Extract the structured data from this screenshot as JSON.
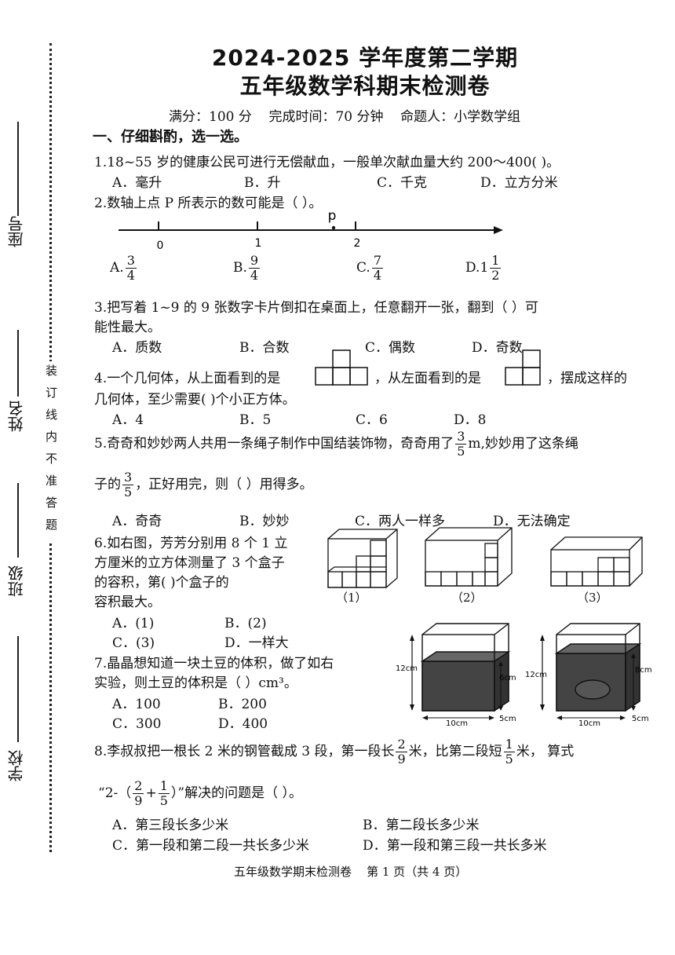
{
  "header": {
    "title_line1": "2024-2025 学年度第二学期",
    "title_line2": "五年级数学科期末检测卷",
    "meta": "满分：100 分    完成时间：70 分钟    命题人：小学数学组"
  },
  "side_labels": {
    "seat": "座号",
    "name": "姓名",
    "class": "班级",
    "school": "学校",
    "binding_notice": "装订线内不准答题"
  },
  "section1": {
    "title": "一、仔细斟酌，选一选。"
  },
  "q1": {
    "text": "1.18~55 岁的健康公民可进行无偿献血，一般单次献血量大约 200～400(          )。",
    "options": [
      "A．毫升",
      "B．升",
      "C．千克",
      "D．立方分米"
    ]
  },
  "q2": {
    "text": "2.数轴上点 P 所表示的数可能是（          ）。",
    "numberline": {
      "point_label": "p",
      "ticks": [
        "0",
        "1",
        "2"
      ]
    },
    "options": [
      {
        "prefix": "A.",
        "whole": "",
        "num": "3",
        "den": "4"
      },
      {
        "prefix": "B.",
        "whole": "",
        "num": "9",
        "den": "4"
      },
      {
        "prefix": "C.",
        "whole": "",
        "num": "7",
        "den": "4"
      },
      {
        "prefix": "D.",
        "whole": "1",
        "num": "1",
        "den": "2"
      }
    ]
  },
  "q3": {
    "line1": "3.把写着 1~9 的 9 张数字卡片倒扣在桌面上，任意翻开一张，翻到（          ）可",
    "line2": "能性最大。",
    "options": [
      "A．质数",
      "B．合数",
      "C．偶数",
      "D．奇数"
    ]
  },
  "q4": {
    "part1": "4.一个几何体，从上面看到的是",
    "part2": "，从左面看到的是",
    "part3": "，摆成这样的",
    "line2": "几何体，至少需要(          )个小正方体。",
    "options": [
      "A．4",
      "B．5",
      "C．6",
      "D．8"
    ]
  },
  "q5": {
    "part1": "5.奇奇和妙妙两人共用一条绳子制作中国结装饰物，奇奇用了",
    "frac1": {
      "num": "3",
      "den": "5"
    },
    "part2": "m,妙妙用了这条绳",
    "part3": "子的",
    "frac2": {
      "num": "3",
      "den": "5"
    },
    "part4": "，正好用完，则（          ）用得多。",
    "options": [
      "A．奇奇",
      "B．妙妙",
      "C．两人一样多",
      "D．无法确定"
    ]
  },
  "q6": {
    "lines": [
      "6.如右图，芳芳分别用 8 个 1 立",
      "方厘米的立方体测量了 3 个盒子",
      "的容积，第(          )个盒子的",
      "容积最大。"
    ],
    "options": [
      "A．(1)",
      "B．(2)",
      "C．(3)",
      "D．一样大"
    ],
    "figure_labels": [
      "（1）",
      "（2）",
      "（3）"
    ]
  },
  "q7": {
    "lines": [
      "7.晶晶想知道一块土豆的体积，做了如右",
      "实验，则土豆的体积是（          ）cm³。"
    ],
    "options": [
      "A．100",
      "B．200",
      "C．300",
      "D．400"
    ],
    "fig1": {
      "height": "12cm",
      "water": "6cm",
      "width": "10cm",
      "depth": "5cm"
    },
    "fig2": {
      "height": "12cm",
      "water": "8cm",
      "width": "10cm",
      "depth": "5cm"
    }
  },
  "q8": {
    "part1": "8.李叔叔把一根长 2 米的钢管截成 3 段，第一段长",
    "frac1": {
      "num": "2",
      "den": "9"
    },
    "part2": "米，比第二段短",
    "frac2": {
      "num": "1",
      "den": "5"
    },
    "part3": "米，  算式",
    "expr_pre": "“2-（",
    "expr_f1": {
      "num": "2",
      "den": "9"
    },
    "expr_plus": "+",
    "expr_f2": {
      "num": "1",
      "den": "5"
    },
    "expr_post": "）”解决的问题是（          ）。",
    "options": [
      "A．第三段长多少米",
      "B．第二段长多少米",
      "C．第一段和第二段一共长多少米",
      "D．第一段和第三段一共长多米"
    ]
  },
  "footer": "五年级数学期末检测卷    第 1 页（共 4 页）"
}
